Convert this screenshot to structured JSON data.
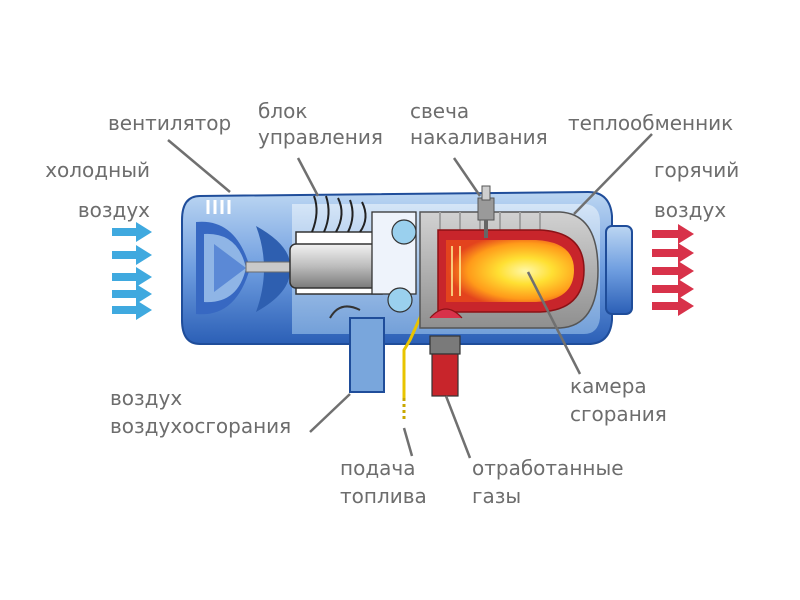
{
  "labels": {
    "fan": "вентилятор",
    "control_unit": [
      "блок",
      "управления"
    ],
    "glow_plug": [
      "свеча",
      "накаливания"
    ],
    "heat_exchanger": "теплообменник",
    "cold_air": [
      "холодный",
      "воздух"
    ],
    "hot_air": [
      "горячий",
      "воздух"
    ],
    "combustion_air": [
      "воздух",
      "воздухосгорания"
    ],
    "fuel_supply": [
      "подача",
      "топлива"
    ],
    "exhaust_gases": [
      "отработанные",
      "газы"
    ],
    "combustion_chamber": [
      "камера",
      "сгорания"
    ]
  },
  "colors": {
    "label_text": "#6d6d6d",
    "leader_line": "#707070",
    "cold_arrow": "#3fa9df",
    "hot_arrow": "#d8324a",
    "housing_blue": "#2f63b8",
    "housing_light": "#9fc4ea",
    "flame_yellow": "#ffe033",
    "flame_orange": "#ff7a1a",
    "chamber_red": "#c8252b",
    "fuel_line": "#e8c400"
  },
  "icons": [
    "cold-air-arrow-icon",
    "hot-air-arrow-icon",
    "fan-icon",
    "flame-icon",
    "glow-plug-icon"
  ]
}
